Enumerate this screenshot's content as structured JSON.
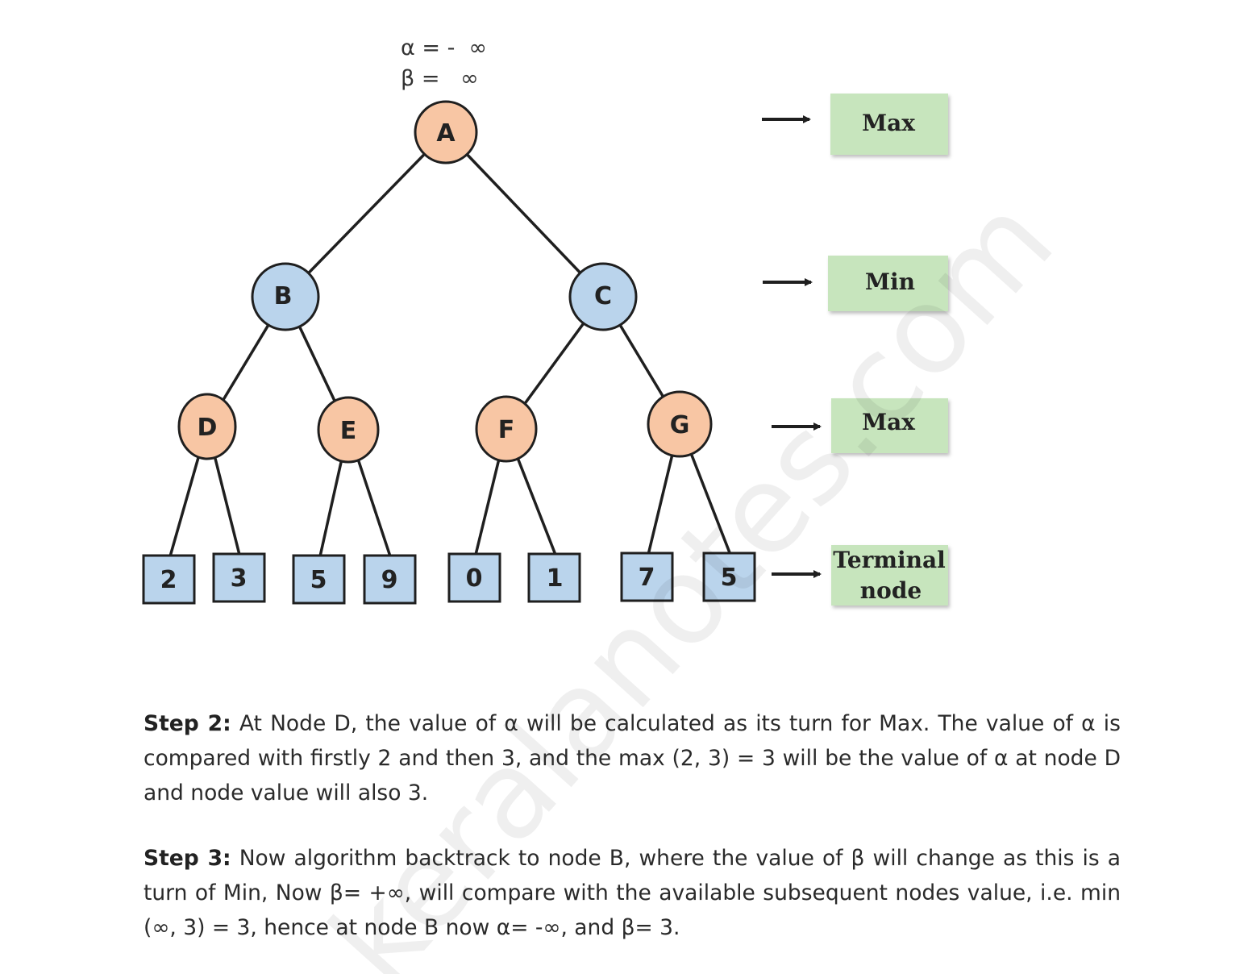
{
  "root_bounds": {
    "alpha": "α = -  ∞",
    "beta": "β =   ∞"
  },
  "nodes": {
    "A": {
      "label": "A",
      "type": "max"
    },
    "B": {
      "label": "B",
      "type": "min"
    },
    "C": {
      "label": "C",
      "type": "min"
    },
    "D": {
      "label": "D",
      "type": "max"
    },
    "E": {
      "label": "E",
      "type": "max"
    },
    "F": {
      "label": "F",
      "type": "max"
    },
    "G": {
      "label": "G",
      "type": "max"
    }
  },
  "terminal_values": [
    "2",
    "3",
    "5",
    "9",
    "0",
    "1",
    "7",
    "5"
  ],
  "levels": {
    "level0": "Max",
    "level1": "Min",
    "level2": "Max",
    "level3_line1": "Terminal",
    "level3_line2": "node"
  },
  "colors": {
    "max_node": "#f8c6a4",
    "min_node": "#bad4ec",
    "terminal": "#bad4ec",
    "level_box": "#c7e5bd",
    "stroke": "#1f1f1f"
  },
  "watermark": "keralanotes.com",
  "step2": {
    "heading": "Step 2:",
    "text": "At Node D, the value of α will be calculated as its turn for Max. The value of α is compared with firstly 2 and then 3, and the max (2, 3) = 3 will be the value of α at node D and node value will also 3."
  },
  "step3": {
    "heading": "Step 3:",
    "text": "Now algorithm backtrack to node B, where the value of β will change as this is a turn of Min, Now β= +∞, will compare with the available subsequent nodes value, i.e. min (∞, 3) = 3, hence at node B now α= -∞, and β= 3."
  }
}
